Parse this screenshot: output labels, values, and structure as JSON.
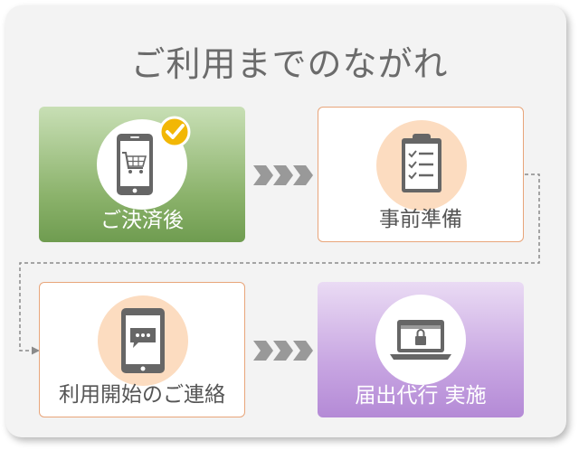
{
  "title": "ご利用までのながれ",
  "steps": [
    {
      "label": "ご決済後",
      "icon": "smartphone-cart-icon",
      "badge": "check-badge-icon"
    },
    {
      "label": "事前準備",
      "icon": "clipboard-checklist-icon"
    },
    {
      "label": "利用開始のご連絡",
      "icon": "tablet-message-icon"
    },
    {
      "label": "届出代行 実施",
      "icon": "laptop-lock-icon"
    }
  ],
  "colors": {
    "title": "#6b6b6b",
    "green_card": "#8cb36c",
    "purple_card": "#b48ad6",
    "card_border": "#e8a57a",
    "circle_peach": "#fcdcc0",
    "icon_gray": "#666666",
    "badge_yellow": "#f2b705",
    "arrow_gray": "#999999"
  }
}
